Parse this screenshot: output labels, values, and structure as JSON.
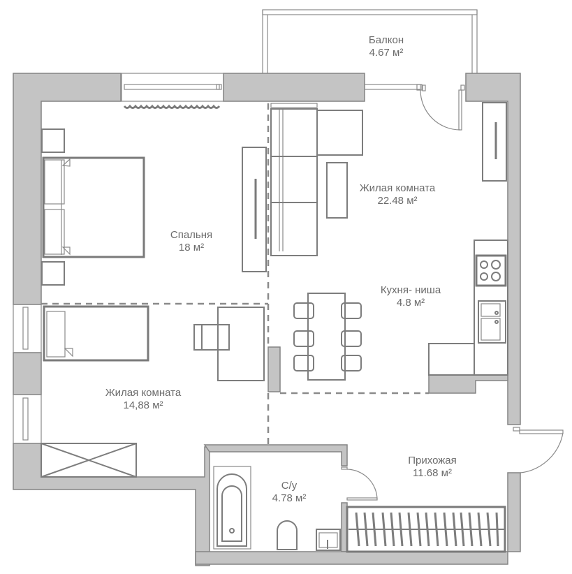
{
  "plan": {
    "colors": {
      "wall_fill": "#c4c4c4",
      "wall_stroke": "#848484",
      "line": "#7d7d7d",
      "text": "#6b6b6b"
    },
    "rooms": [
      {
        "id": "balcony",
        "name": "Балкон",
        "area": "4.67 м²"
      },
      {
        "id": "bedroom",
        "name": "Спальня",
        "area": "18 м²"
      },
      {
        "id": "living-large",
        "name": "Жилая комната",
        "area": "22.48 м²"
      },
      {
        "id": "kitchen-niche",
        "name": "Кухня- ниша",
        "area": "4.8 м²"
      },
      {
        "id": "living-small",
        "name": "Жилая комната",
        "area": "14,88 м²"
      },
      {
        "id": "bathroom",
        "name": "С/у",
        "area": "4.78 м²"
      },
      {
        "id": "hallway",
        "name": "Прихожая",
        "area": "11.68 м²"
      }
    ]
  }
}
